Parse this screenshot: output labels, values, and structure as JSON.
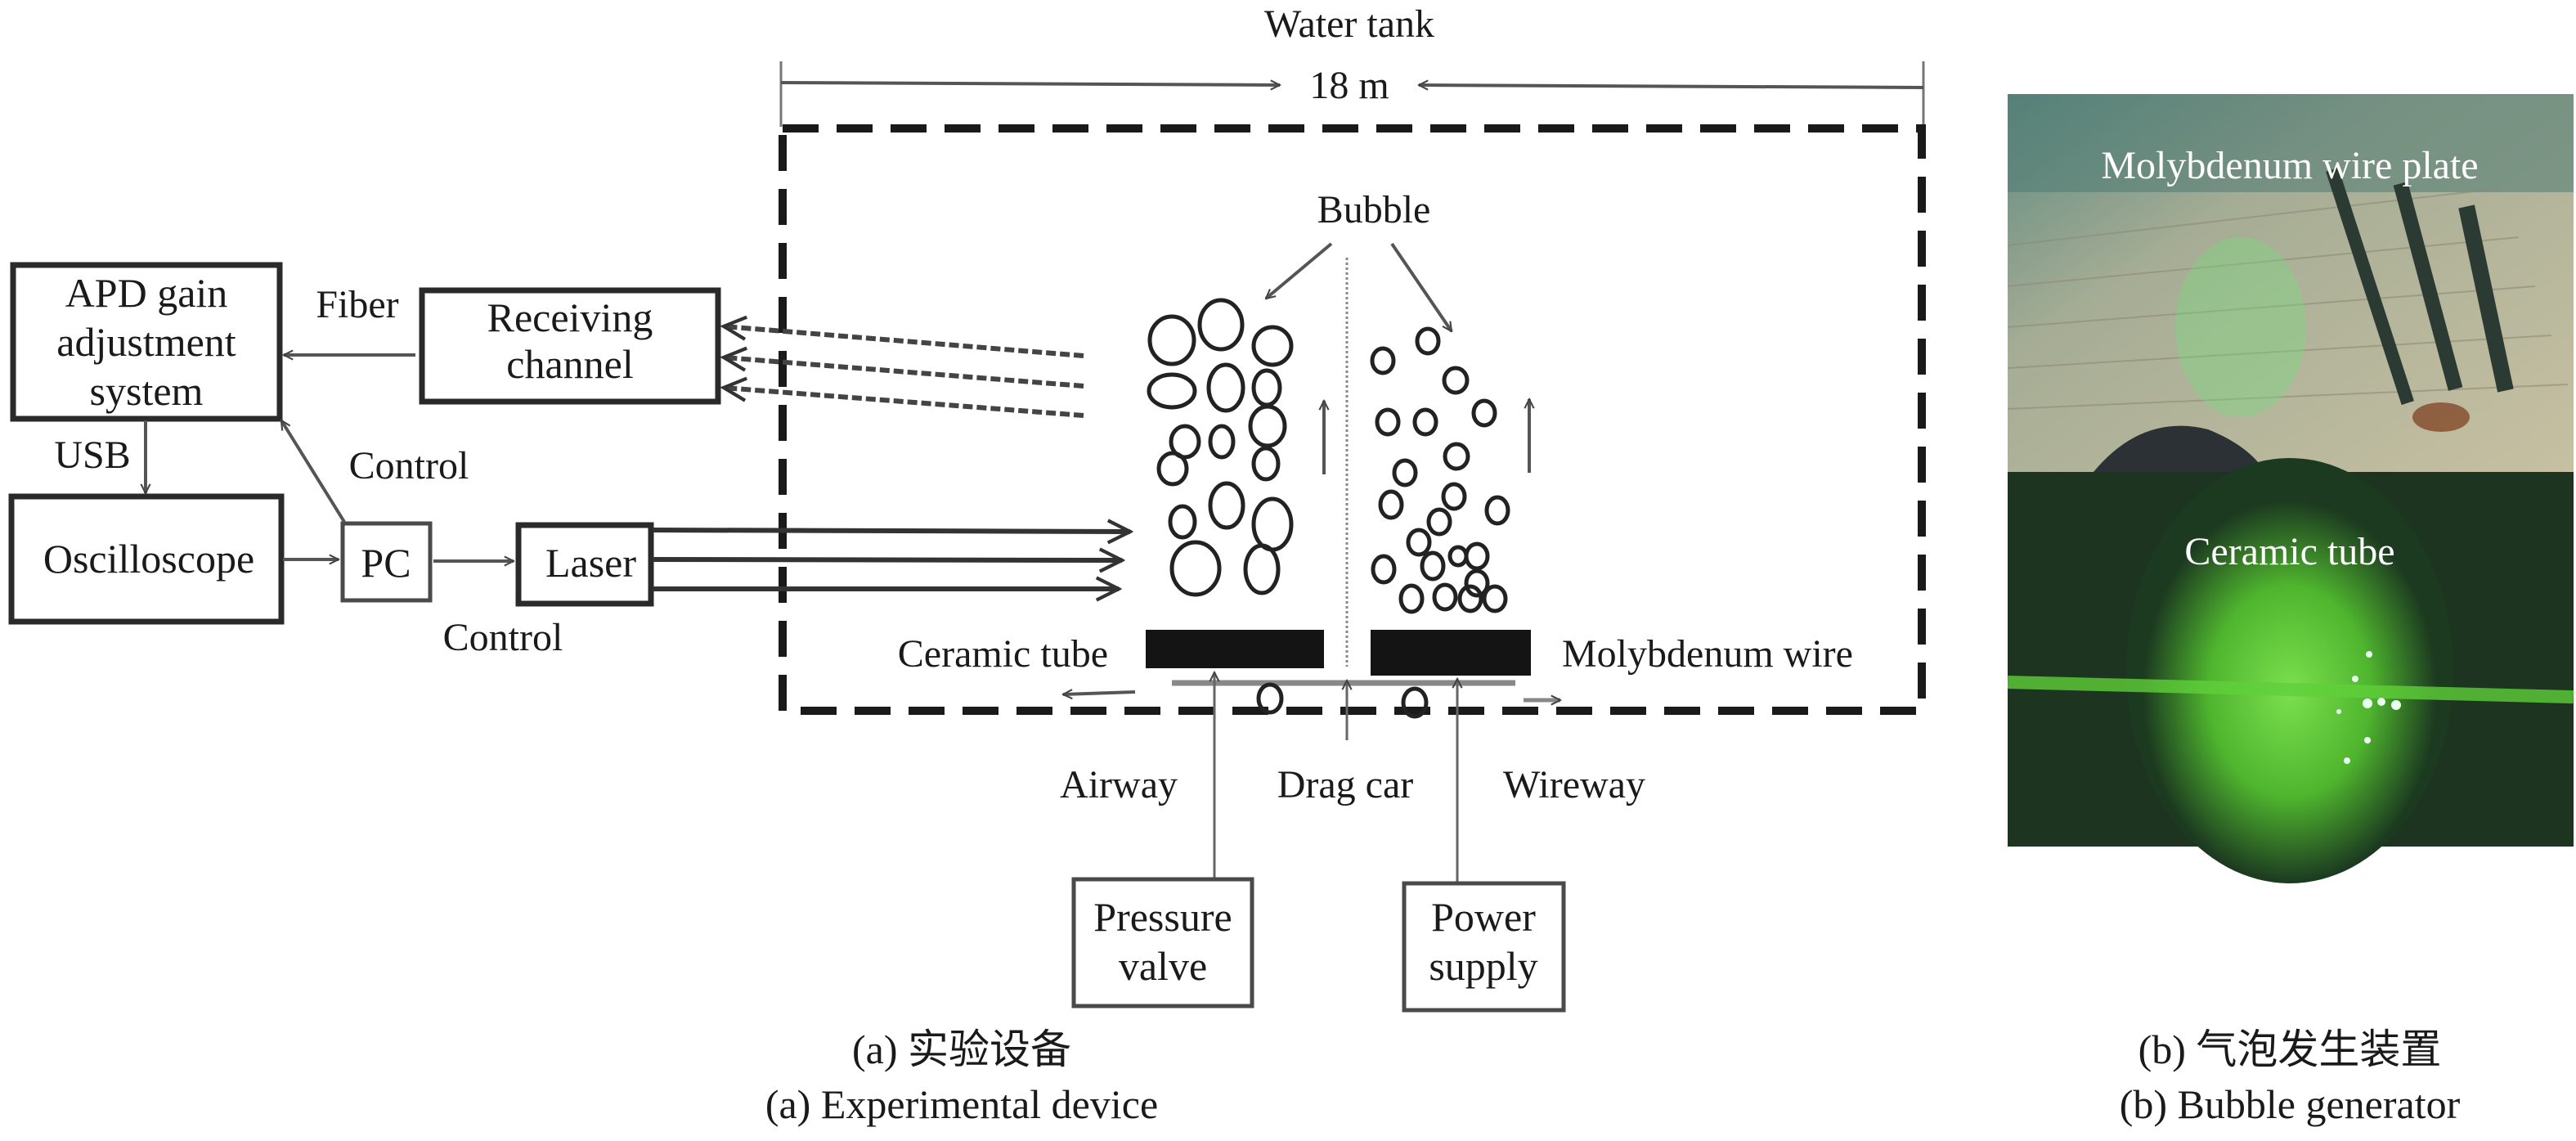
{
  "figure": {
    "panel_a": {
      "caption_cn": "(a) 实验设备",
      "caption_en": "(a) Experimental device",
      "water_tank_label": "Water tank",
      "tank_length_label": "18 m",
      "bubble_label": "Bubble",
      "blocks": {
        "apd": [
          "APD gain",
          "adjustment",
          "system"
        ],
        "receiving": [
          "Receiving",
          "channel"
        ],
        "oscilloscope": "Oscilloscope",
        "pc": "PC",
        "laser": "Laser",
        "pressure_valve": [
          "Pressure",
          "valve"
        ],
        "power_supply": [
          "Power",
          "supply"
        ]
      },
      "connections": {
        "fiber": "Fiber",
        "usb": "USB",
        "control_upper": "Control",
        "control_lower": "Control"
      },
      "generator_labels": {
        "ceramic_tube": "Ceramic tube",
        "molybdenum_wire": "Molybdenum wire",
        "airway": "Airway",
        "drag_car": "Drag car",
        "wireway": "Wireway"
      }
    },
    "panel_b": {
      "caption_cn": "(b) 气泡发生装置",
      "caption_en": "(b) Bubble generator",
      "photos": [
        {
          "label": "Molybdenum wire plate",
          "tone": "#7f9a86"
        },
        {
          "label": "Ceramic tube",
          "tone": "#1f3a22",
          "glow": "#5fcf3a"
        }
      ]
    }
  }
}
